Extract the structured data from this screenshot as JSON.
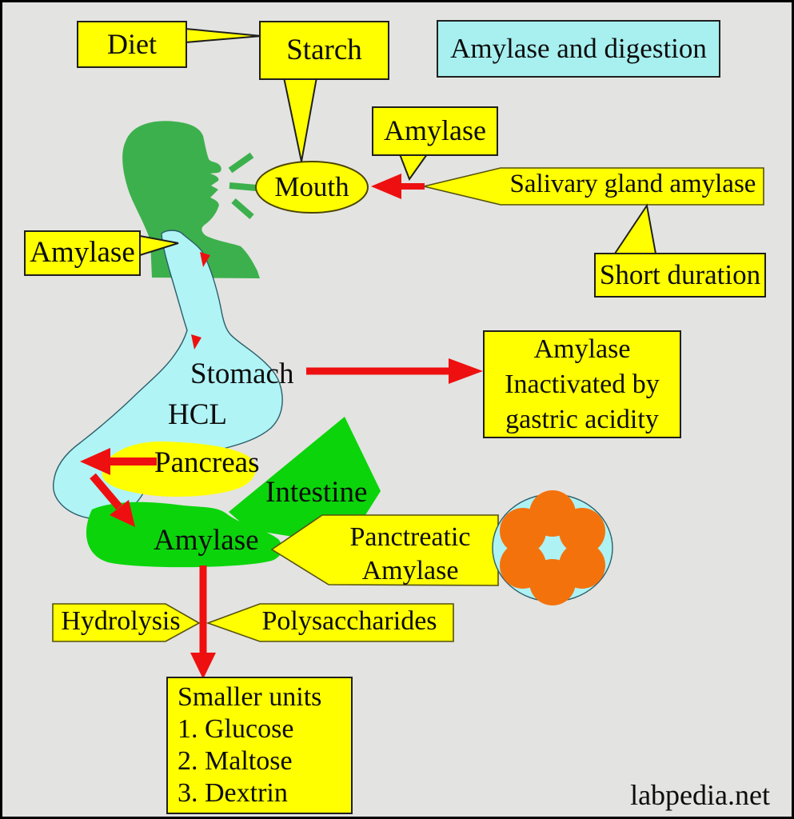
{
  "title": "Amylase and digestion",
  "watermark": "labpedia.net",
  "colors": {
    "background": "#e3e3e1",
    "label_yellow": "#ffff00",
    "title_cyan": "#a8f0f0",
    "head_green": "#3cb04c",
    "organ_green": "#0bd40b",
    "stomach_cyan": "#b0f4f6",
    "arrow_red": "#ee1010",
    "molecule_orange": "#f4720c",
    "molecule_cyan": "#aef2f4"
  },
  "labels": {
    "diet": "Diet",
    "starch": "Starch",
    "amylase_mouth": "Amylase",
    "mouth": "Mouth",
    "salivary": "Salivary gland amylase",
    "short_duration": "Short duration",
    "amylase_esophagus": "Amylase",
    "stomach": "Stomach",
    "hcl": "HCL",
    "inactivated": [
      "Amylase",
      "Inactivated by",
      "gastric acidity"
    ],
    "pancreas": "Pancreas",
    "intestine": "Intestine",
    "amylase_intestine": "Amylase",
    "pancreatic": [
      "Panctreatic",
      "Amylase"
    ],
    "hydrolysis": "Hydrolysis",
    "polysaccharides": "Polysaccharides",
    "smaller_units": [
      "Smaller units",
      "1. Glucose",
      "2. Maltose",
      "3. Dextrin"
    ]
  }
}
